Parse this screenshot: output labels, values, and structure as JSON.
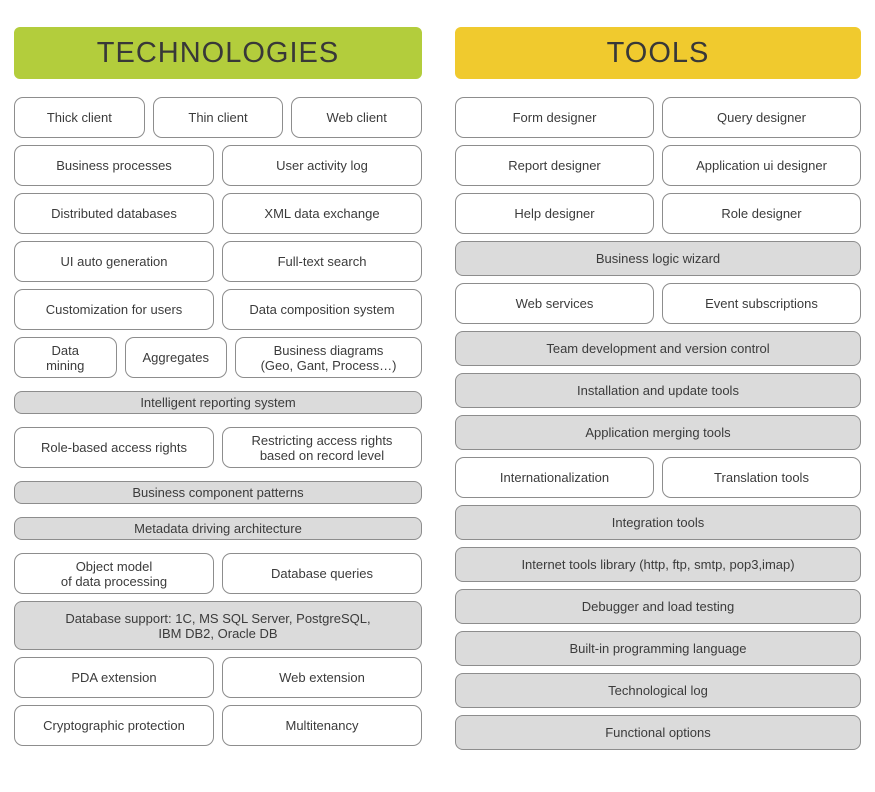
{
  "colors": {
    "technologies_header": "#b3cd3c",
    "tools_header": "#f0ca2e",
    "filled_box": "#dbdbdb",
    "box_border": "#8d8d8d",
    "text": "#3b3b3b",
    "background": "#ffffff"
  },
  "columns": [
    {
      "id": "technologies",
      "header": {
        "label": "TECHNOLOGIES",
        "color": "#b3cd3c"
      },
      "items": [
        {
          "cells": [
            {
              "label": "Thick client"
            },
            {
              "label": "Thin client"
            },
            {
              "label": "Web client"
            }
          ]
        },
        {
          "cells": [
            {
              "label": "Business processes"
            },
            {
              "label": "User activity log"
            }
          ]
        },
        {
          "cells": [
            {
              "label": "Distributed databases"
            },
            {
              "label": "XML data exchange"
            }
          ]
        },
        {
          "cells": [
            {
              "label": "UI auto generation"
            },
            {
              "label": "Full-text search"
            }
          ]
        },
        {
          "cells": [
            {
              "label": "Customization for users"
            },
            {
              "label": "Data composition system"
            }
          ]
        },
        {
          "cells": [
            {
              "label": "Data\nmining"
            },
            {
              "label": "Aggregates"
            },
            {
              "label": "Business diagrams\n(Geo, Gant, Process…)",
              "w": 2
            }
          ]
        },
        {
          "cells": [
            {
              "label": "Intelligent reporting system",
              "variant": "filled",
              "size": "sm"
            }
          ]
        },
        {
          "cells": [
            {
              "label": "Role-based access rights"
            },
            {
              "label": "Restricting access rights\nbased on record level"
            }
          ]
        },
        {
          "cells": [
            {
              "label": "Business component patterns",
              "variant": "filled",
              "size": "sm"
            }
          ]
        },
        {
          "cells": [
            {
              "label": "Metadata driving architecture",
              "variant": "filled",
              "size": "sm"
            }
          ]
        },
        {
          "cells": [
            {
              "label": "Object model\nof data processing"
            },
            {
              "label": "Database queries"
            }
          ]
        },
        {
          "cells": [
            {
              "label": "Database support: 1C, MS SQL Server, PostgreSQL,\nIBM DB2, Oracle DB",
              "variant": "filled",
              "size": "lg"
            }
          ]
        },
        {
          "cells": [
            {
              "label": "PDA extension"
            },
            {
              "label": "Web extension"
            }
          ]
        },
        {
          "cells": [
            {
              "label": "Cryptographic protection"
            },
            {
              "label": "Multitenancy"
            }
          ]
        }
      ]
    },
    {
      "id": "tools",
      "header": {
        "label": "TOOLS",
        "color": "#f0ca2e"
      },
      "items": [
        {
          "cells": [
            {
              "label": "Form designer"
            },
            {
              "label": "Query designer"
            }
          ]
        },
        {
          "cells": [
            {
              "label": "Report designer"
            },
            {
              "label": "Application ui designer"
            }
          ]
        },
        {
          "cells": [
            {
              "label": "Help designer"
            },
            {
              "label": "Role designer"
            }
          ]
        },
        {
          "cells": [
            {
              "label": "Business logic wizard",
              "variant": "filled"
            }
          ]
        },
        {
          "cells": [
            {
              "label": "Web services"
            },
            {
              "label": "Event subscriptions"
            }
          ]
        },
        {
          "cells": [
            {
              "label": "Team development and version control",
              "variant": "filled"
            }
          ]
        },
        {
          "cells": [
            {
              "label": "Installation and update tools",
              "variant": "filled"
            }
          ]
        },
        {
          "cells": [
            {
              "label": "Application merging tools",
              "variant": "filled"
            }
          ]
        },
        {
          "cells": [
            {
              "label": "Internationalization"
            },
            {
              "label": "Translation tools"
            }
          ]
        },
        {
          "cells": [
            {
              "label": "Integration tools",
              "variant": "filled"
            }
          ]
        },
        {
          "cells": [
            {
              "label": "Internet tools library (http, ftp, smtp, pop3,imap)",
              "variant": "filled"
            }
          ]
        },
        {
          "cells": [
            {
              "label": "Debugger and load testing",
              "variant": "filled"
            }
          ]
        },
        {
          "cells": [
            {
              "label": "Built-in programming language",
              "variant": "filled"
            }
          ]
        },
        {
          "cells": [
            {
              "label": "Technological log",
              "variant": "filled"
            }
          ]
        },
        {
          "cells": [
            {
              "label": "Functional options",
              "variant": "filled"
            }
          ]
        }
      ]
    }
  ]
}
